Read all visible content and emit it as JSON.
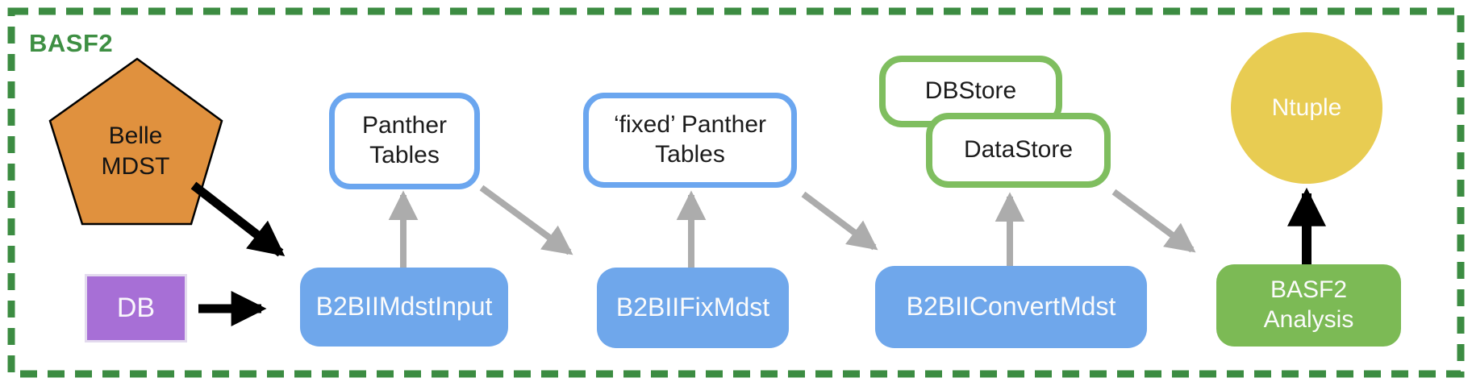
{
  "title": "BASF2",
  "nodes": {
    "belle_mdst": {
      "line1": "Belle",
      "line2": "MDST",
      "shape": "pentagon"
    },
    "db": {
      "label": "DB"
    },
    "panther_tables": {
      "line1": "Panther",
      "line2": "Tables"
    },
    "fixed_panther_tables": {
      "line1": "‘fixed’ Panther",
      "line2": "Tables"
    },
    "dbstore": {
      "label": "DBStore"
    },
    "datastore": {
      "label": "DataStore"
    },
    "b2bii_mdst_input": {
      "label": "B2BIIMdstInput"
    },
    "b2bii_fix_mdst": {
      "label": "B2BIIFixMdst"
    },
    "b2bii_convert_mdst": {
      "label": "B2BIIConvertMdst"
    },
    "basf2_analysis": {
      "line1": "BASF2",
      "line2": "Analysis"
    },
    "ntuple": {
      "label": "Ntuple"
    }
  },
  "edges": [
    {
      "from": "belle-mdst",
      "to": "b2bii-mdst-input",
      "style": "black-solid"
    },
    {
      "from": "db",
      "to": "b2bii-mdst-input",
      "style": "black-solid"
    },
    {
      "from": "b2bii-mdst-input",
      "to": "panther-tables",
      "style": "gray-sketch"
    },
    {
      "from": "panther-tables",
      "to": "b2bii-fix-mdst",
      "style": "gray-sketch"
    },
    {
      "from": "b2bii-fix-mdst",
      "to": "fixed-panther-tables",
      "style": "gray-sketch"
    },
    {
      "from": "fixed-panther-tables",
      "to": "b2bii-convert-mdst",
      "style": "gray-sketch"
    },
    {
      "from": "b2bii-convert-mdst",
      "to": "datastore",
      "style": "gray-sketch"
    },
    {
      "from": "datastore",
      "to": "basf2-analysis",
      "style": "gray-sketch"
    },
    {
      "from": "basf2-analysis",
      "to": "ntuple",
      "style": "black-solid"
    }
  ],
  "colors": {
    "frame_green": "#3C8C42",
    "title_green": "#3E8F43",
    "node_blue_fill": "#6FA7EB",
    "panther_blue_border": "#6BA6EF",
    "store_green_border": "#7FBE5F",
    "analysis_green_fill": "#7CBA55",
    "pentagon_orange": "#E0913E",
    "db_purple": "#A76FD6",
    "ntuple_yellow": "#E8CC52",
    "arrow_gray": "#ACACAC",
    "arrow_black": "#000000"
  }
}
